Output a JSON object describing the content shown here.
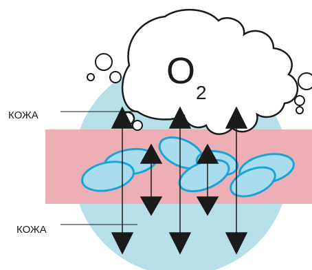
{
  "labels": {
    "top_skin": "КОЖА",
    "bottom_skin": "КОЖА"
  },
  "cloud": {
    "symbol": "O",
    "subscript": "2"
  },
  "colors": {
    "background": "#ffffff",
    "circle": "#b7dfe8",
    "band": "#eeaeb5",
    "cells_fill": "#a9dcec",
    "cells_stroke": "#1aa3d6",
    "ink": "#1a1a1a"
  }
}
